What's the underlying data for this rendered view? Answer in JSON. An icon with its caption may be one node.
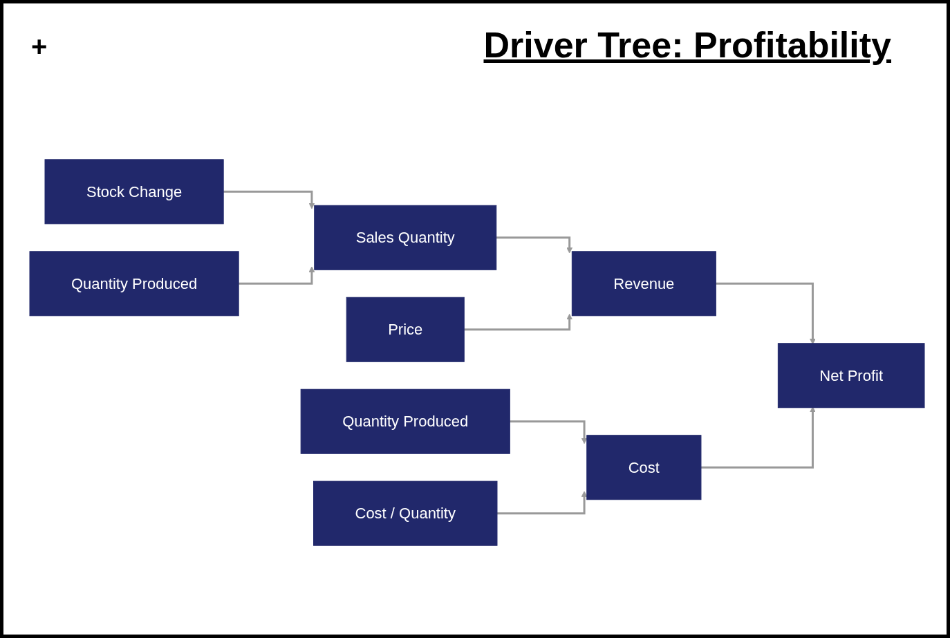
{
  "diagram": {
    "title": "Driver Tree: Profitability",
    "nodes": [
      {
        "text": [
          "Stock Change"
        ]
      },
      {
        "text": [
          "Quantity Produced"
        ]
      },
      {
        "text": [
          "Sales Quantity"
        ]
      },
      {
        "text": [
          "Price"
        ]
      },
      {
        "text": [
          "Revenue"
        ]
      },
      {
        "text": [
          "Net Profit"
        ]
      },
      {
        "text": [
          "Quantity Produced"
        ]
      },
      {
        "text": [
          "Cost / Quantity"
        ]
      },
      {
        "text": [
          "Cost"
        ]
      }
    ],
    "edges": [
      {
        "from": 0,
        "to": 2,
        "arrow": "to"
      },
      {
        "from": 1,
        "to": 2,
        "arrow": "to"
      },
      {
        "from": 2,
        "to": 4,
        "arrow": "to"
      },
      {
        "from": 3,
        "to": 4,
        "arrow": "to"
      },
      {
        "from": 4,
        "to": 5,
        "arrow": "to"
      },
      {
        "from": 8,
        "to": 5,
        "arrow": "to"
      },
      {
        "from": 6,
        "to": 8,
        "arrow": "to"
      },
      {
        "from": 7,
        "to": 8,
        "arrow": "to"
      }
    ],
    "labels": [
      "+"
    ]
  }
}
